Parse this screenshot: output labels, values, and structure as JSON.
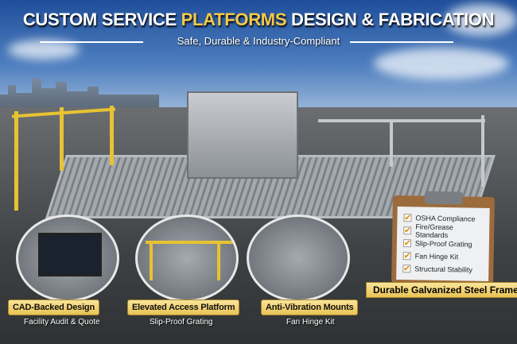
{
  "header": {
    "title_part1": "CUSTOM SERVICE",
    "title_highlight": "PLATFORMS",
    "title_part2": "DESIGN & FABRICATION",
    "subtitle": "Safe, Durable & Industry-Compliant"
  },
  "features": [
    {
      "label": "CAD-Backed Design",
      "caption": "Facility Audit & Quote"
    },
    {
      "label": "Elevated Access Platform",
      "caption": "Slip-Proof Grating"
    },
    {
      "label": "Anti-Vibration Mounts",
      "caption": "Fan Hinge Kit"
    }
  ],
  "checklist": [
    "OSHA Compliance",
    "Fire/Grease Standards",
    "Slip-Proof Grating",
    "Fan Hinge Kit",
    "Structural Stability"
  ],
  "check_icon": "✔",
  "frame_label": "Durable Galvanized Steel Frame",
  "colors": {
    "accent": "#f4c94a",
    "badge": "#e9c255"
  }
}
